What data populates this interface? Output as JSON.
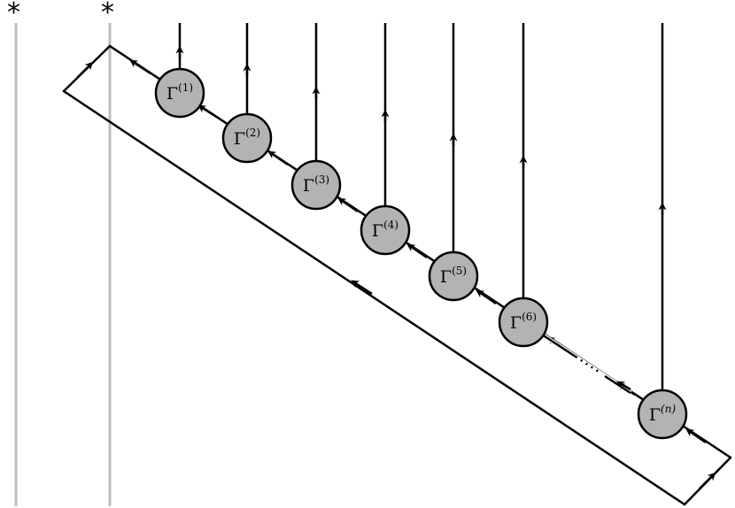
{
  "diagram": {
    "markers": [
      "*",
      "*"
    ],
    "nodes": [
      {
        "id": "gamma-1",
        "symbol": "Γ",
        "superscript": "(1)"
      },
      {
        "id": "gamma-2",
        "symbol": "Γ",
        "superscript": "(2)"
      },
      {
        "id": "gamma-3",
        "symbol": "Γ",
        "superscript": "(3)"
      },
      {
        "id": "gamma-4",
        "symbol": "Γ",
        "superscript": "(4)"
      },
      {
        "id": "gamma-5",
        "symbol": "Γ",
        "superscript": "(5)"
      },
      {
        "id": "gamma-6",
        "symbol": "Γ",
        "superscript": "(6)"
      },
      {
        "id": "gamma-n",
        "symbol": "Γ",
        "superscript": "(n)"
      }
    ],
    "colors": {
      "node_fill": "#b3b3b3",
      "stroke": "#000000",
      "reference_line": "#bdbdbd"
    }
  }
}
